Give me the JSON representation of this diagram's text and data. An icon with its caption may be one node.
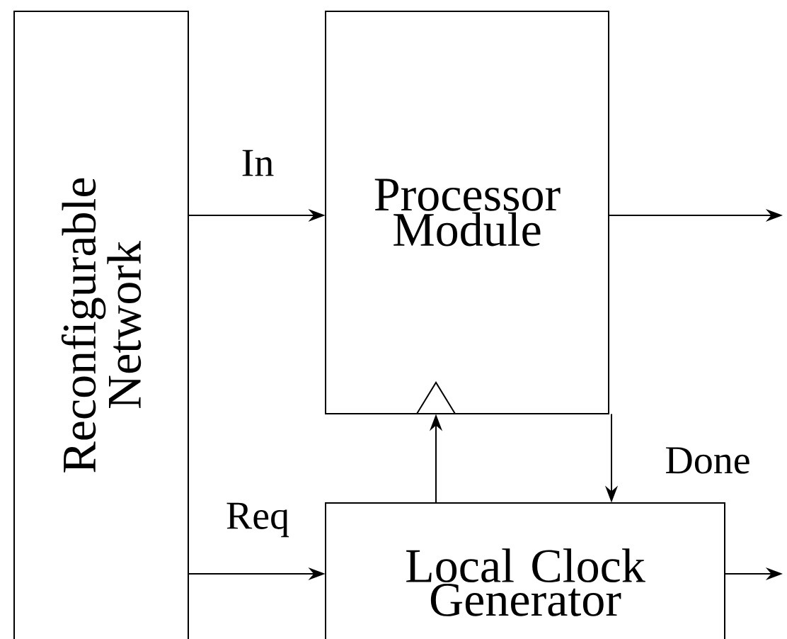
{
  "diagram": {
    "nodes": [
      {
        "text": [
          "Reconfigurable Network"
        ]
      },
      {
        "text": [
          "Processor Module"
        ]
      },
      {
        "text": [
          "Local Clock Generator"
        ]
      }
    ],
    "edges": [
      {
        "from": 0,
        "to": 1,
        "arrow": "to",
        "label": "In"
      },
      {
        "from": 0,
        "to": 2,
        "arrow": "to",
        "label": "Req"
      },
      {
        "from": 1,
        "to": null,
        "arrow": "to"
      },
      {
        "from": 2,
        "to": null,
        "arrow": "to"
      },
      {
        "from": 2,
        "to": 1,
        "arrow": "to"
      },
      {
        "from": 1,
        "to": 2,
        "arrow": "to",
        "label": "Done"
      }
    ]
  }
}
